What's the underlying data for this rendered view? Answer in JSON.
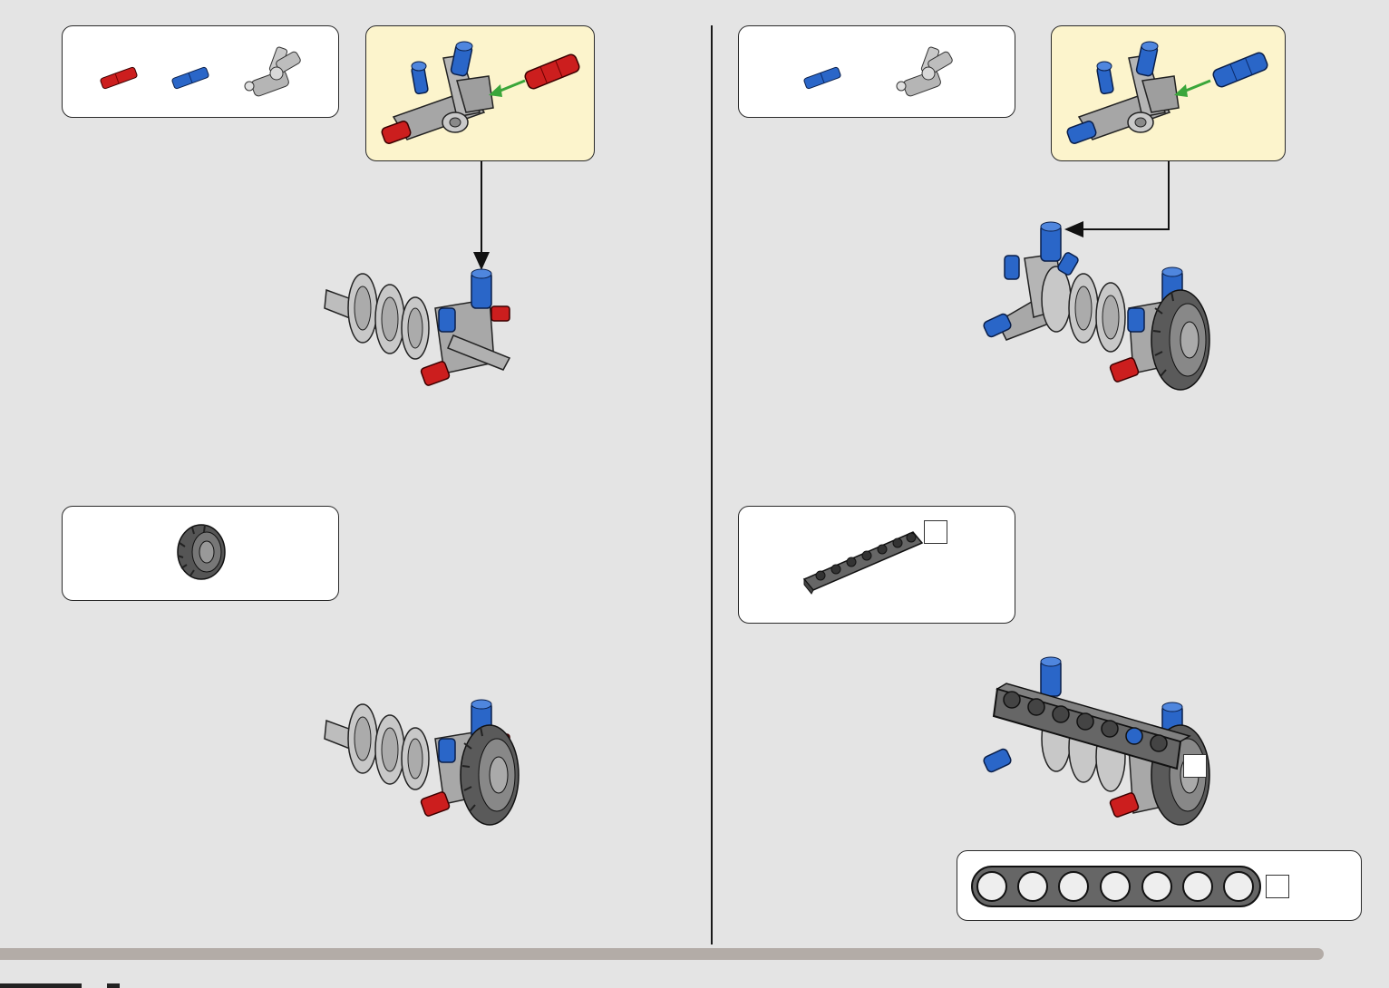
{
  "page": {
    "left_page_steps": [
      {
        "parts": [
          "red-axle-pin",
          "blue-axle-pin",
          "gray-connector-hub"
        ],
        "subassembly": true
      },
      {
        "parts": [
          "tire"
        ],
        "subassembly": false
      }
    ],
    "right_page_steps": [
      {
        "parts": [
          "blue-axle-pin",
          "gray-connector-hub"
        ],
        "subassembly": true
      },
      {
        "parts": [
          "technic-beam-7"
        ],
        "subassembly": false
      }
    ],
    "beam_scale_holes": 7
  },
  "colors": {
    "background": "#e4e4e4",
    "subassembly_panel": "#fcf4cc",
    "part_red": "#cc1e1e",
    "part_blue": "#2a66c8",
    "part_gray": "#a6a6a6",
    "part_dark_gray": "#5a5a5a",
    "arrow_green": "#3aa63a",
    "footer_bar": "#b3aca7"
  },
  "icons": [
    "arrow-down-icon",
    "arrow-left-icon",
    "green-insert-arrow-icon",
    "tire-icon",
    "beam-icon"
  ]
}
